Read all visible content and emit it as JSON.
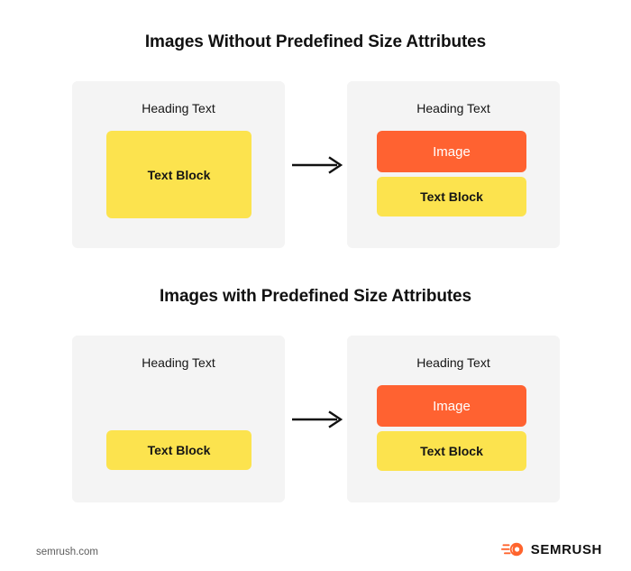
{
  "sections": [
    {
      "title": "Images Without Predefined Size Attributes",
      "before": {
        "heading": "Heading Text",
        "blocks": [
          {
            "label": "Text Block",
            "color": "#FCE34E"
          }
        ]
      },
      "after": {
        "heading": "Heading Text",
        "blocks": [
          {
            "label": "Image",
            "color": "#FF6231"
          },
          {
            "label": "Text Block",
            "color": "#FCE34E"
          }
        ]
      },
      "arrow": "arrow-right-icon"
    },
    {
      "title": "Images with Predefined Size Attributes",
      "before": {
        "heading": "Heading Text",
        "blocks": [
          {
            "label": "Text Block",
            "color": "#FCE34E"
          }
        ]
      },
      "after": {
        "heading": "Heading Text",
        "blocks": [
          {
            "label": "Image",
            "color": "#FF6231"
          },
          {
            "label": "Text Block",
            "color": "#FCE34E"
          }
        ]
      },
      "arrow": "arrow-right-icon"
    }
  ],
  "footer": {
    "url": "semrush.com",
    "brand": "SEMRUSH",
    "logo_color": "#FF642D"
  },
  "colors": {
    "panel_background": "#F4F4F4",
    "page_background": "#FFFFFF",
    "text": "#111111",
    "muted_text": "#5C5C5C",
    "yellow": "#FCE34E",
    "orange": "#FF6231"
  }
}
